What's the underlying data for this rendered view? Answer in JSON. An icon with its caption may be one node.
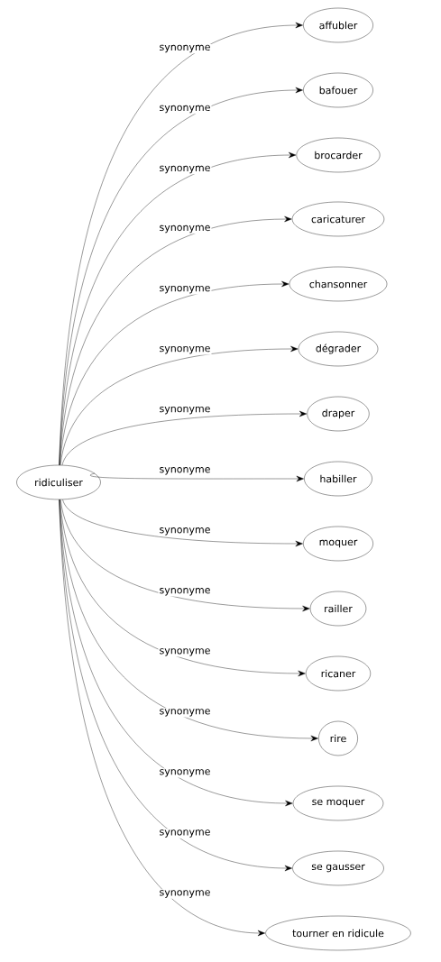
{
  "diagram": {
    "nodes": [
      {
        "text": [
          "ridiculiser"
        ]
      },
      {
        "text": [
          "affubler"
        ]
      },
      {
        "text": [
          "bafouer"
        ]
      },
      {
        "text": [
          "brocarder"
        ]
      },
      {
        "text": [
          "caricaturer"
        ]
      },
      {
        "text": [
          "chansonner"
        ]
      },
      {
        "text": [
          "dégrader"
        ]
      },
      {
        "text": [
          "draper"
        ]
      },
      {
        "text": [
          "habiller"
        ]
      },
      {
        "text": [
          "moquer"
        ]
      },
      {
        "text": [
          "railler"
        ]
      },
      {
        "text": [
          "ricaner"
        ]
      },
      {
        "text": [
          "rire"
        ]
      },
      {
        "text": [
          "se moquer"
        ]
      },
      {
        "text": [
          "se gausser"
        ]
      },
      {
        "text": [
          "tourner en ridicule"
        ]
      }
    ],
    "edges": [
      {
        "from": 0,
        "to": 1,
        "arrow": "to",
        "label": "synonyme"
      },
      {
        "from": 0,
        "to": 2,
        "arrow": "to",
        "label": "synonyme"
      },
      {
        "from": 0,
        "to": 3,
        "arrow": "to",
        "label": "synonyme"
      },
      {
        "from": 0,
        "to": 4,
        "arrow": "to",
        "label": "synonyme"
      },
      {
        "from": 0,
        "to": 5,
        "arrow": "to",
        "label": "synonyme"
      },
      {
        "from": 0,
        "to": 6,
        "arrow": "to",
        "label": "synonyme"
      },
      {
        "from": 0,
        "to": 7,
        "arrow": "to",
        "label": "synonyme"
      },
      {
        "from": 0,
        "to": 8,
        "arrow": "to",
        "label": "synonyme"
      },
      {
        "from": 0,
        "to": 9,
        "arrow": "to",
        "label": "synonyme"
      },
      {
        "from": 0,
        "to": 10,
        "arrow": "to",
        "label": "synonyme"
      },
      {
        "from": 0,
        "to": 11,
        "arrow": "to",
        "label": "synonyme"
      },
      {
        "from": 0,
        "to": 12,
        "arrow": "to",
        "label": "synonyme"
      },
      {
        "from": 0,
        "to": 13,
        "arrow": "to",
        "label": "synonyme"
      },
      {
        "from": 0,
        "to": 14,
        "arrow": "to",
        "label": "synonyme"
      },
      {
        "from": 0,
        "to": 15,
        "arrow": "to",
        "label": "synonyme"
      }
    ]
  }
}
